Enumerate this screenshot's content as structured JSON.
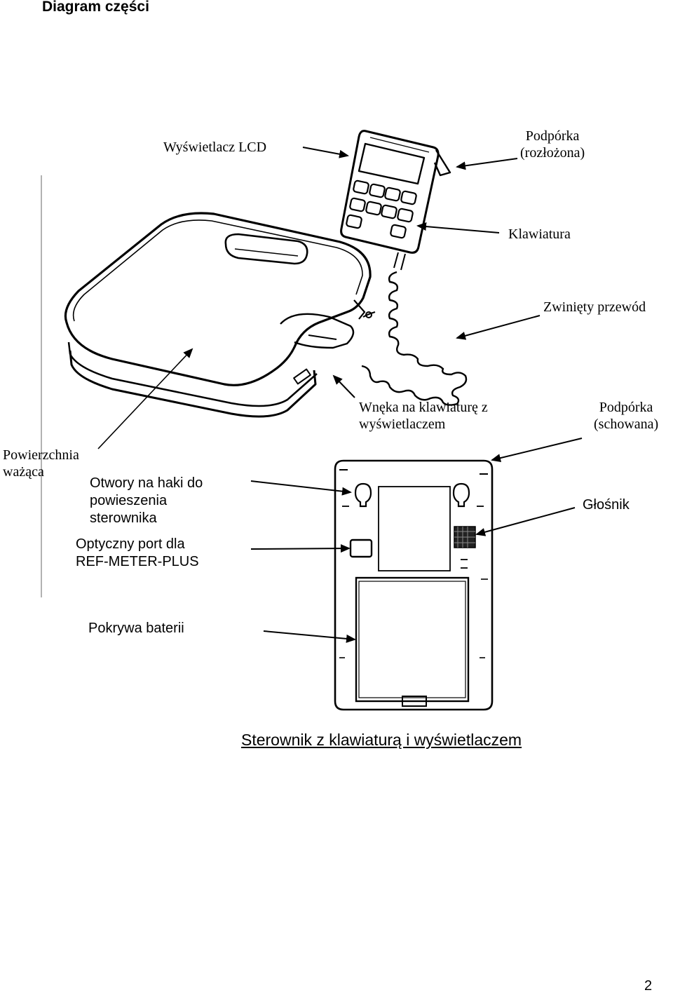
{
  "page": {
    "heading": "Diagram części",
    "page_number": "2"
  },
  "scale_diagram": {
    "labels": {
      "lcd_display": "Wyświetlacz LCD",
      "stand_unfolded": "Podpórka\n(rozłożona)",
      "keypad": "Klawiatura",
      "coiled_cord": "Zwinięty przewód",
      "weighing_surface": "Powierzchnia\nważąca",
      "keypad_recess": "Wnęka na klawiaturę z\nwyświetlaczem"
    }
  },
  "controller_diagram": {
    "labels": {
      "stand_folded": "Podpórka\n(schowana)",
      "hanging_holes": "Otwory na haki do\npowieszenia\nsterownika",
      "speaker": "Głośnik",
      "optical_port": "Optyczny port dla\nREF-METER-PLUS",
      "battery_cover": "Pokrywa baterii"
    },
    "caption": "Sterownik z klawiaturą i wyświetlaczem"
  }
}
